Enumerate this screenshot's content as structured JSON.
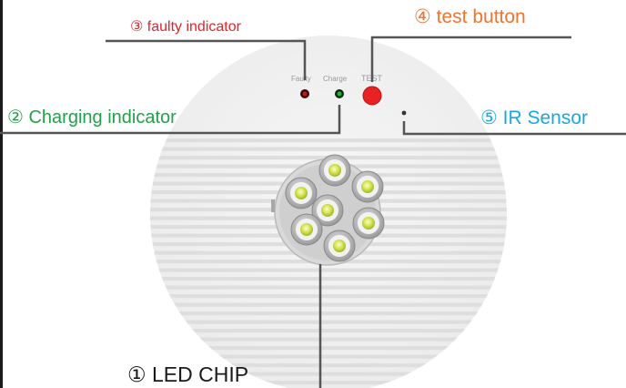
{
  "colors": {
    "faulty": "#e0242b",
    "test": "#f0742f",
    "charging": "#22a04a",
    "ir": "#1aa6e0",
    "led": "#1a1a1a",
    "leader": "#555555",
    "faulty_led": "#c81818",
    "charge_led": "#1fb83a",
    "test_button": "#e82222"
  },
  "callouts": {
    "faulty": "③ faulty indicator",
    "test": "④ test button",
    "charging": "② Charging indicator",
    "ir": "⑤ IR Sensor",
    "led": "① LED CHIP"
  },
  "device": {
    "faulty_label": "Faulty",
    "charge_label": "Charge",
    "test_label": "TEST"
  }
}
